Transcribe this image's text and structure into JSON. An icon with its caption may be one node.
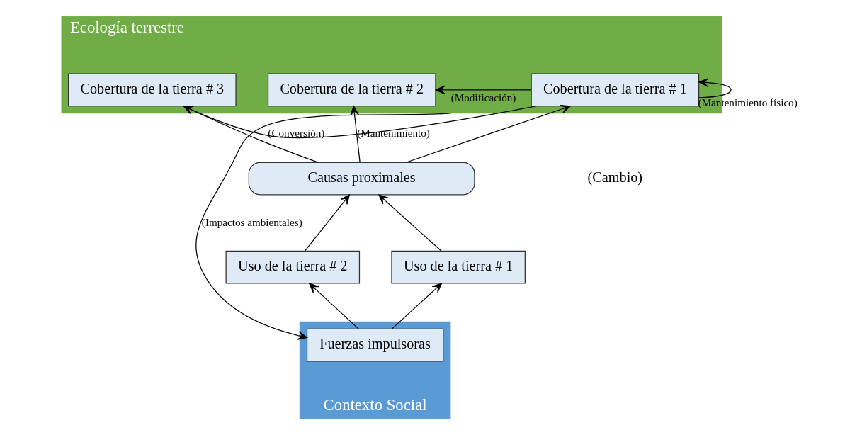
{
  "diagram": {
    "nodes": [
      {
        "text": [
          "Ecología terrestre"
        ]
      },
      {
        "text": [
          "Cobertura de la tierra # 1"
        ],
        "in": 0
      },
      {
        "text": [
          "Cobertura de la tierra # 2"
        ],
        "in": 0
      },
      {
        "text": [
          "Cobertura de la tierra # 3"
        ],
        "in": 0
      },
      {
        "text": [
          "Causas proximales"
        ]
      },
      {
        "text": [
          "Contexto Social"
        ]
      },
      {
        "text": [
          "Fuerzas impulsoras"
        ],
        "in": 5
      },
      {
        "text": [
          "Uso de la tierra # 1"
        ]
      },
      {
        "text": [
          "Uso de la tierra # 2"
        ]
      }
    ],
    "edges": [
      {
        "from": 1,
        "to": 1,
        "arrow": "to",
        "label": "(Mantenimiento físico)"
      },
      {
        "from": 1,
        "to": 2,
        "arrow": "to",
        "label": "(Modificación)"
      },
      {
        "from": 1,
        "to": 3,
        "arrow": "to",
        "label": "(Conversión)"
      },
      {
        "from": 4,
        "to": 1,
        "arrow": "to"
      },
      {
        "from": 4,
        "to": 2,
        "arrow": "to",
        "label": "(Mantenimiento)"
      },
      {
        "from": 4,
        "to": 3,
        "arrow": "to"
      },
      {
        "from": 0,
        "to": 6,
        "arrow": "to",
        "label": "(Impactos ambientales)"
      },
      {
        "from": 6,
        "to": 7,
        "arrow": "to"
      },
      {
        "from": 6,
        "to": 8,
        "arrow": "to"
      },
      {
        "from": 7,
        "to": 4,
        "arrow": "to"
      },
      {
        "from": 8,
        "to": 4,
        "arrow": "to"
      }
    ],
    "labels": [
      "(Cambio)"
    ]
  }
}
